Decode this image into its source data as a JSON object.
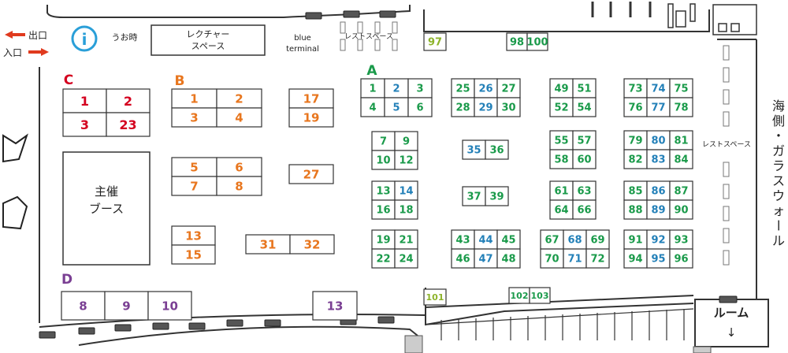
{
  "colors": {
    "zone_c": "#d4001f",
    "zone_b": "#e8761e",
    "zone_a_green": "#1a9a4a",
    "zone_a_blue": "#2380b8",
    "zone_lime": "#8db32a",
    "zone_d": "#7a3f93",
    "info": "#2a9fd8",
    "arrow": "#e03a1e",
    "line": "#333333"
  },
  "signs": {
    "exit": "出口",
    "entrance": "入口",
    "info_glyph": "i",
    "uotoki": "うお時",
    "lecture_1": "レクチャー",
    "lecture_2": "スペース",
    "blue_1": "blue",
    "blue_2": "terminal",
    "rest_top": "レストスペース",
    "rest_right": "レストスペース",
    "host_1": "主催",
    "host_2": "ブース",
    "room": "ルーム",
    "room_arrow": "↓",
    "sea_glass": [
      "海",
      "側",
      "・",
      "ガ",
      "ラ",
      "ス",
      "ウ",
      "ォ",
      "ー",
      "ル"
    ]
  },
  "zones": [
    {
      "letter": "C",
      "color": "zone_c"
    },
    {
      "letter": "B",
      "color": "zone_b"
    },
    {
      "letter": "A",
      "color": "zone_a_green"
    },
    {
      "letter": "D",
      "color": "zone_d"
    }
  ],
  "booths": [
    {
      "n": "1",
      "c": "zone_c"
    },
    {
      "n": "2",
      "c": "zone_c"
    },
    {
      "n": "3",
      "c": "zone_c"
    },
    {
      "n": "23",
      "c": "zone_c"
    },
    {
      "n": "1",
      "c": "zone_b"
    },
    {
      "n": "2",
      "c": "zone_b"
    },
    {
      "n": "3",
      "c": "zone_b"
    },
    {
      "n": "4",
      "c": "zone_b"
    },
    {
      "n": "5",
      "c": "zone_b"
    },
    {
      "n": "6",
      "c": "zone_b"
    },
    {
      "n": "7",
      "c": "zone_b"
    },
    {
      "n": "8",
      "c": "zone_b"
    },
    {
      "n": "13",
      "c": "zone_b"
    },
    {
      "n": "15",
      "c": "zone_b"
    },
    {
      "n": "17",
      "c": "zone_b"
    },
    {
      "n": "19",
      "c": "zone_b"
    },
    {
      "n": "27",
      "c": "zone_b"
    },
    {
      "n": "31",
      "c": "zone_b"
    },
    {
      "n": "32",
      "c": "zone_b"
    },
    {
      "n": "1",
      "c": "zone_a_green"
    },
    {
      "n": "2",
      "c": "zone_a_blue"
    },
    {
      "n": "3",
      "c": "zone_a_green"
    },
    {
      "n": "4",
      "c": "zone_a_green"
    },
    {
      "n": "5",
      "c": "zone_a_blue"
    },
    {
      "n": "6",
      "c": "zone_a_green"
    },
    {
      "n": "7",
      "c": "zone_a_green"
    },
    {
      "n": "9",
      "c": "zone_a_green"
    },
    {
      "n": "10",
      "c": "zone_a_green"
    },
    {
      "n": "12",
      "c": "zone_a_green"
    },
    {
      "n": "13",
      "c": "zone_a_green"
    },
    {
      "n": "14",
      "c": "zone_a_blue"
    },
    {
      "n": "16",
      "c": "zone_a_green"
    },
    {
      "n": "18",
      "c": "zone_a_green"
    },
    {
      "n": "19",
      "c": "zone_a_green"
    },
    {
      "n": "21",
      "c": "zone_a_green"
    },
    {
      "n": "22",
      "c": "zone_a_green"
    },
    {
      "n": "24",
      "c": "zone_a_green"
    },
    {
      "n": "25",
      "c": "zone_a_green"
    },
    {
      "n": "26",
      "c": "zone_a_blue"
    },
    {
      "n": "27",
      "c": "zone_a_green"
    },
    {
      "n": "28",
      "c": "zone_a_green"
    },
    {
      "n": "29",
      "c": "zone_a_blue"
    },
    {
      "n": "30",
      "c": "zone_a_green"
    },
    {
      "n": "35",
      "c": "zone_a_blue"
    },
    {
      "n": "36",
      "c": "zone_a_green"
    },
    {
      "n": "37",
      "c": "zone_a_green"
    },
    {
      "n": "39",
      "c": "zone_a_green"
    },
    {
      "n": "43",
      "c": "zone_a_green"
    },
    {
      "n": "44",
      "c": "zone_a_blue"
    },
    {
      "n": "45",
      "c": "zone_a_green"
    },
    {
      "n": "46",
      "c": "zone_a_green"
    },
    {
      "n": "47",
      "c": "zone_a_blue"
    },
    {
      "n": "48",
      "c": "zone_a_green"
    },
    {
      "n": "49",
      "c": "zone_a_green"
    },
    {
      "n": "51",
      "c": "zone_a_green"
    },
    {
      "n": "52",
      "c": "zone_a_green"
    },
    {
      "n": "54",
      "c": "zone_a_green"
    },
    {
      "n": "55",
      "c": "zone_a_green"
    },
    {
      "n": "57",
      "c": "zone_a_green"
    },
    {
      "n": "58",
      "c": "zone_a_green"
    },
    {
      "n": "60",
      "c": "zone_a_green"
    },
    {
      "n": "61",
      "c": "zone_a_green"
    },
    {
      "n": "63",
      "c": "zone_a_green"
    },
    {
      "n": "64",
      "c": "zone_a_green"
    },
    {
      "n": "66",
      "c": "zone_a_green"
    },
    {
      "n": "67",
      "c": "zone_a_green"
    },
    {
      "n": "68",
      "c": "zone_a_blue"
    },
    {
      "n": "69",
      "c": "zone_a_green"
    },
    {
      "n": "70",
      "c": "zone_a_green"
    },
    {
      "n": "71",
      "c": "zone_a_blue"
    },
    {
      "n": "72",
      "c": "zone_a_green"
    },
    {
      "n": "73",
      "c": "zone_a_green"
    },
    {
      "n": "74",
      "c": "zone_a_blue"
    },
    {
      "n": "75",
      "c": "zone_a_green"
    },
    {
      "n": "76",
      "c": "zone_a_green"
    },
    {
      "n": "77",
      "c": "zone_a_blue"
    },
    {
      "n": "78",
      "c": "zone_a_green"
    },
    {
      "n": "79",
      "c": "zone_a_green"
    },
    {
      "n": "80",
      "c": "zone_a_blue"
    },
    {
      "n": "81",
      "c": "zone_a_green"
    },
    {
      "n": "82",
      "c": "zone_a_green"
    },
    {
      "n": "83",
      "c": "zone_a_blue"
    },
    {
      "n": "84",
      "c": "zone_a_green"
    },
    {
      "n": "85",
      "c": "zone_a_green"
    },
    {
      "n": "86",
      "c": "zone_a_blue"
    },
    {
      "n": "87",
      "c": "zone_a_green"
    },
    {
      "n": "88",
      "c": "zone_a_green"
    },
    {
      "n": "89",
      "c": "zone_a_blue"
    },
    {
      "n": "90",
      "c": "zone_a_green"
    },
    {
      "n": "91",
      "c": "zone_a_green"
    },
    {
      "n": "92",
      "c": "zone_a_blue"
    },
    {
      "n": "93",
      "c": "zone_a_green"
    },
    {
      "n": "94",
      "c": "zone_a_green"
    },
    {
      "n": "95",
      "c": "zone_a_blue"
    },
    {
      "n": "96",
      "c": "zone_a_green"
    },
    {
      "n": "97",
      "c": "zone_lime"
    },
    {
      "n": "98",
      "c": "zone_a_green"
    },
    {
      "n": "100",
      "c": "zone_a_green"
    },
    {
      "n": "101",
      "c": "zone_lime"
    },
    {
      "n": "102",
      "c": "zone_a_green"
    },
    {
      "n": "103",
      "c": "zone_a_green"
    },
    {
      "n": "8",
      "c": "zone_d"
    },
    {
      "n": "9",
      "c": "zone_d"
    },
    {
      "n": "10",
      "c": "zone_d"
    },
    {
      "n": "13",
      "c": "zone_d"
    }
  ]
}
